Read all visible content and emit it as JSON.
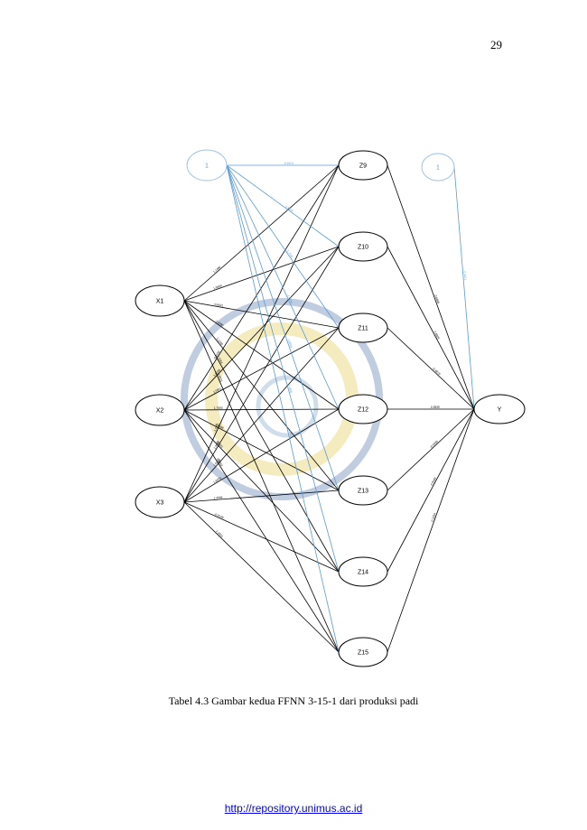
{
  "page": {
    "number": "29"
  },
  "figure": {
    "caption": "Tabel 4.3 Gambar kedua FFNN 3-15-1 dari produksi padi",
    "colors": {
      "weight_line": "#000000",
      "bias_line": "#5b9bd5",
      "node_stroke": "#000000",
      "bias_node_stroke": "#9dc3e6"
    },
    "nodes": {
      "input": [
        "X1",
        "X2",
        "X3"
      ],
      "input_bias": "1",
      "hidden": [
        "Z9",
        "Z10",
        "Z11",
        "Z12",
        "Z13",
        "Z14",
        "Z15"
      ],
      "output_bias": "1",
      "output": "Y"
    },
    "edge_labels": {
      "bias_to_hidden": [
        "-0.1014",
        "1.9624",
        "-1.7031",
        "-1.4456",
        "1.8925",
        "-0.1506",
        "1.5406"
      ],
      "x1_to_hidden": [
        "1.1496",
        "1.9659",
        "-0.6021",
        "-1.0090",
        "1.1249",
        "1.2264",
        "-0.5221"
      ],
      "x2_to_hidden": [
        "-0.9106",
        "1.6008",
        "1.5591",
        "1.7593",
        "-1.8668",
        "1.0481",
        "0.8463"
      ],
      "x3_to_hidden": [
        "1.0221",
        "1.5006",
        "1.5418",
        "1.8203",
        "1.3569",
        "-0.9149",
        "1.2601"
      ],
      "hidden_to_output": [
        "-0.6698",
        "0.6809",
        "-0.4870",
        "0.3939",
        "-0.5369",
        "0.9193",
        "-0.1334"
      ],
      "bias_to_output": "0.4671"
    }
  },
  "footer": {
    "link": "http://repository.unimus.ac.id"
  }
}
